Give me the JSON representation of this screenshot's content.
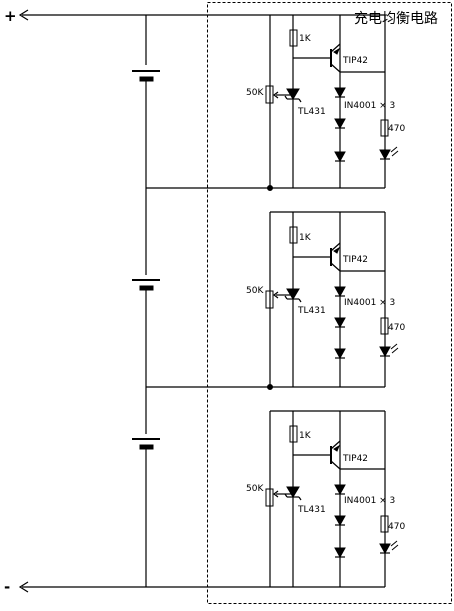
{
  "title": "充电均衡电路",
  "terminals": {
    "positive": "+",
    "negative": "-"
  },
  "cells": [
    {
      "resistor_top": "1K",
      "transistor": "TIP42",
      "pot": "50K",
      "regulator": "TL431",
      "diodes": "IN4001 × 3",
      "resistor_led": "470"
    },
    {
      "resistor_top": "1K",
      "transistor": "TIP42",
      "pot": "50K",
      "regulator": "TL431",
      "diodes": "IN4001 × 3",
      "resistor_led": "470"
    },
    {
      "resistor_top": "1K",
      "transistor": "TIP42",
      "pot": "50K",
      "regulator": "TL431",
      "diodes": "IN4001 × 3",
      "resistor_led": "470"
    }
  ]
}
